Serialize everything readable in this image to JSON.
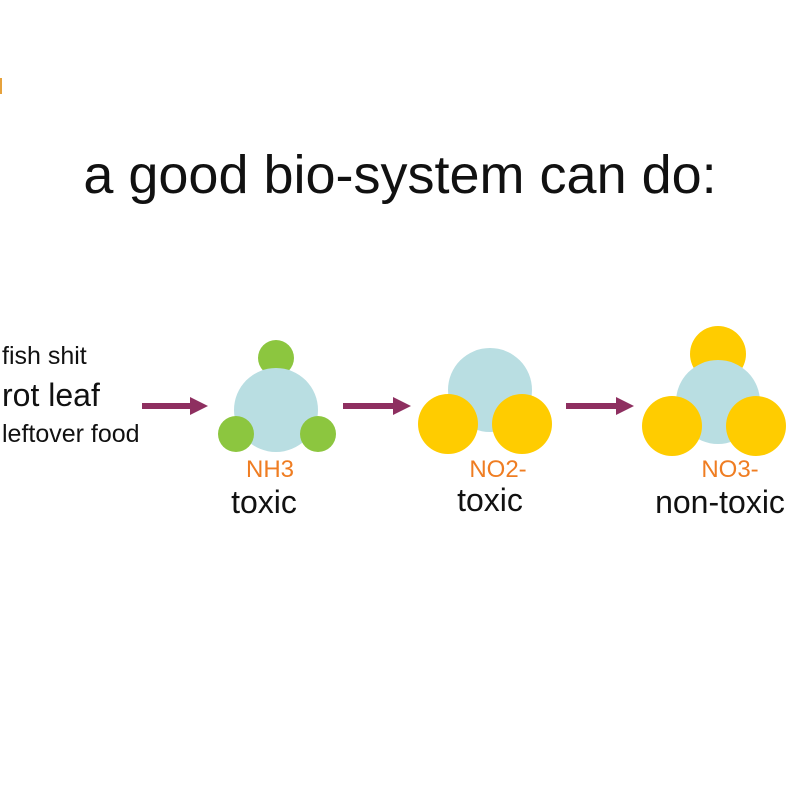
{
  "title": "a good bio-system can do:",
  "sources": [
    "fish shit",
    "rot leaf",
    "leftover food"
  ],
  "colors": {
    "arrow": "#8e2f60",
    "center_atom": "#b9dee2",
    "hydrogen_atom": "#8cc63f",
    "oxygen_atom": "#ffcc00",
    "formula_text": "#ef7d22"
  },
  "molecules": [
    {
      "formula": "NH3",
      "label": "toxic"
    },
    {
      "formula": "NO2-",
      "label": "toxic"
    },
    {
      "formula": "NO3-",
      "label": "non-toxic"
    }
  ]
}
